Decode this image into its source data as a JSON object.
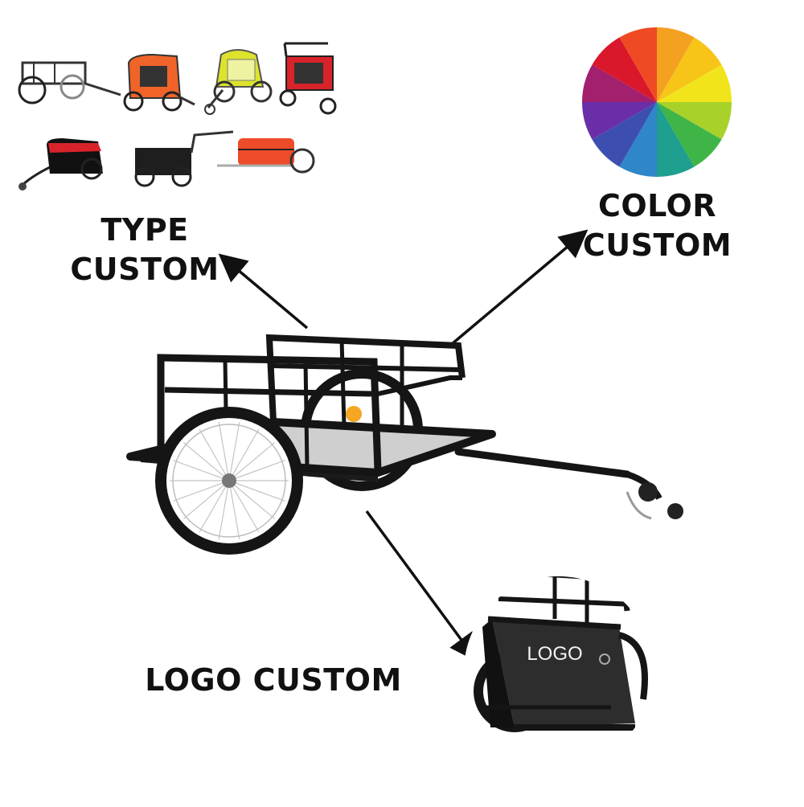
{
  "labels": {
    "type": [
      "TYPE",
      "CUSTOM"
    ],
    "color": [
      "COLOR",
      "CUSTOM"
    ],
    "logo": "LOGO CUSTOM",
    "logo_badge": "LOGO"
  },
  "colors": {
    "text": "#111111",
    "frame": "#151515",
    "arrow": "#111111",
    "wheel_palette": [
      "#f4a020",
      "#f7c418",
      "#f1e41b",
      "#a8d12a",
      "#3fb547",
      "#1f9f8f",
      "#2f86c8",
      "#3c4fb0",
      "#6a2ea8",
      "#a3206f",
      "#d9182b",
      "#ef4a23"
    ]
  },
  "icons": {
    "type_thumbnails": [
      "cargo-trailer-thumb",
      "pet-trailer-orange-thumb",
      "child-trailer-yellow-thumb",
      "pet-trailer-red-thumb",
      "covered-cargo-trailer-red-thumb",
      "box-cargo-trailer-thumb",
      "bag-cargo-trailer-orange-thumb"
    ],
    "main": "bike-cargo-trailer-icon",
    "color": "color-wheel-icon",
    "detail": "trailer-logo-detail-icon"
  }
}
